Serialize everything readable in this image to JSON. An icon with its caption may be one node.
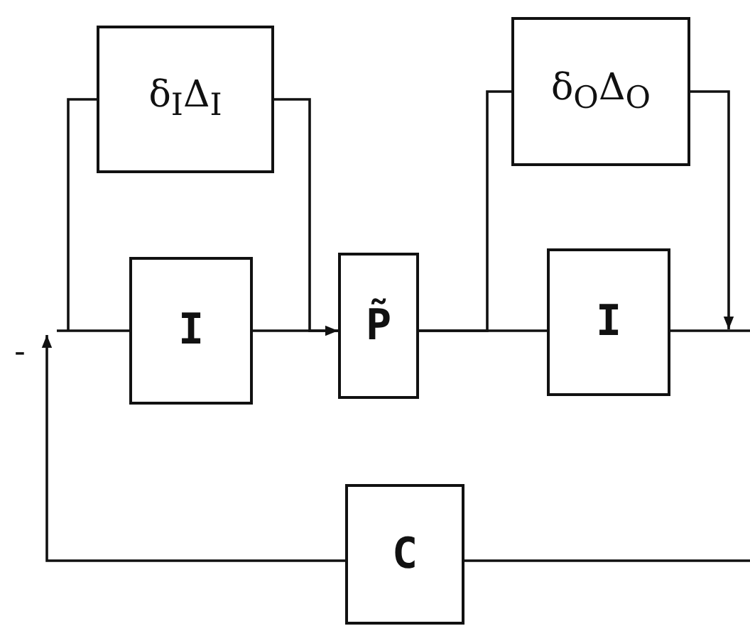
{
  "diagram": {
    "nodes": [
      {
        "text": [
          "δ$_{I}$Δ$_{I}$"
        ]
      },
      {
        "text": [
          "I"
        ]
      },
      {
        "text": [
          "P̃"
        ]
      },
      {
        "text": [
          "δ$_{O}$Δ$_{O}$"
        ]
      },
      {
        "text": [
          "I"
        ]
      },
      {
        "text": [
          "C"
        ]
      }
    ],
    "edges": [
      {
        "from": 5,
        "to": null,
        "arrow": "to"
      },
      {
        "from": 1,
        "to": 0,
        "arrow": "none"
      },
      {
        "from": 1,
        "to": 2,
        "arrow": "none"
      },
      {
        "from": 0,
        "to": 2,
        "arrow": "to"
      },
      {
        "from": 2,
        "to": 4,
        "arrow": "none"
      },
      {
        "from": 2,
        "to": 3,
        "arrow": "none"
      },
      {
        "from": 3,
        "to": null,
        "arrow": "to"
      },
      {
        "from": 4,
        "to": null,
        "arrow": "none"
      },
      {
        "from": null,
        "to": 5,
        "arrow": "none"
      }
    ],
    "labels": [
      "-"
    ]
  }
}
